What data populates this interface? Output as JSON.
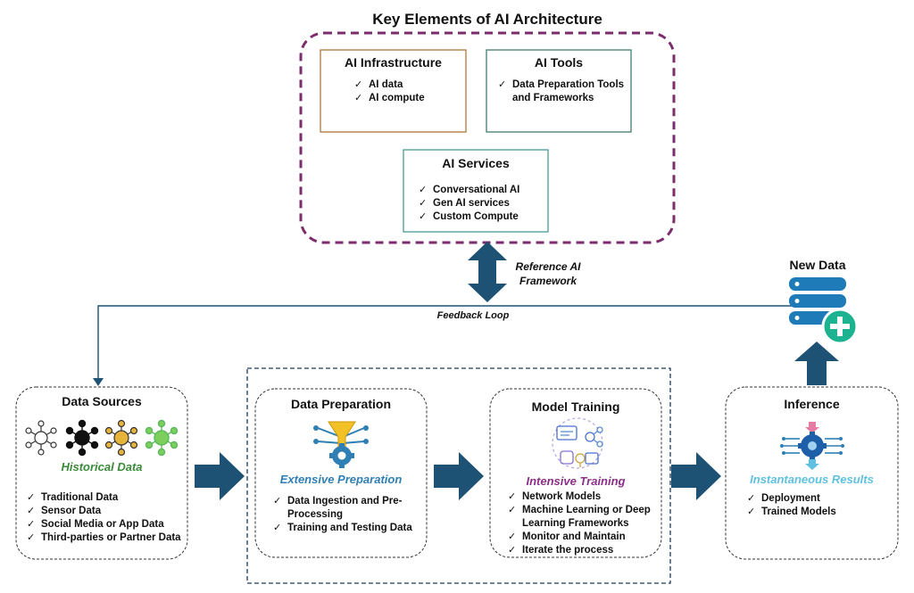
{
  "header": {
    "title": "Key Elements of AI Architecture"
  },
  "architecture": {
    "infrastructure": {
      "title": "AI Infrastructure",
      "items": [
        "AI data",
        "AI compute"
      ],
      "border_color": "#b0763f"
    },
    "tools": {
      "title": "AI Tools",
      "items": [
        "Data Preparation Tools and Frameworks"
      ],
      "border_color": "#3f7f6f"
    },
    "services": {
      "title": "AI Services",
      "items": [
        "Conversational AI",
        "Gen AI services",
        "Custom Compute"
      ],
      "border_color": "#4a9a94"
    },
    "outline_color": "#7b2d6e"
  },
  "links": {
    "reference_framework": "Reference AI Framework",
    "feedback_loop": "Feedback Loop"
  },
  "new_data": {
    "title": "New Data"
  },
  "stages": {
    "data_sources": {
      "title": "Data Sources",
      "subtitle": "Historical Data",
      "items": [
        "Traditional Data",
        "Sensor Data",
        "Social Media or App Data",
        "Third-parties or Partner Data"
      ]
    },
    "data_preparation": {
      "title": "Data Preparation",
      "subtitle": "Extensive Preparation",
      "items": [
        "Data Ingestion and Pre-Processing",
        "Training and Testing Data"
      ]
    },
    "model_training": {
      "title": "Model Training",
      "subtitle": "Intensive Training",
      "items": [
        "Network Models",
        "Machine Learning or Deep Learning Frameworks",
        "Monitor and Maintain",
        "Iterate the process"
      ]
    },
    "inference": {
      "title": "Inference",
      "subtitle": "Instantaneous Results",
      "items": [
        "Deployment",
        "Trained Models"
      ]
    }
  },
  "colors": {
    "arrow": "#1d5275",
    "historical": "#3a8a3a",
    "extensive": "#2f7fb5",
    "intensive": "#8a2f8a",
    "instant": "#5fc1e0",
    "server": "#1f7ab8",
    "plus": "#1db290"
  }
}
